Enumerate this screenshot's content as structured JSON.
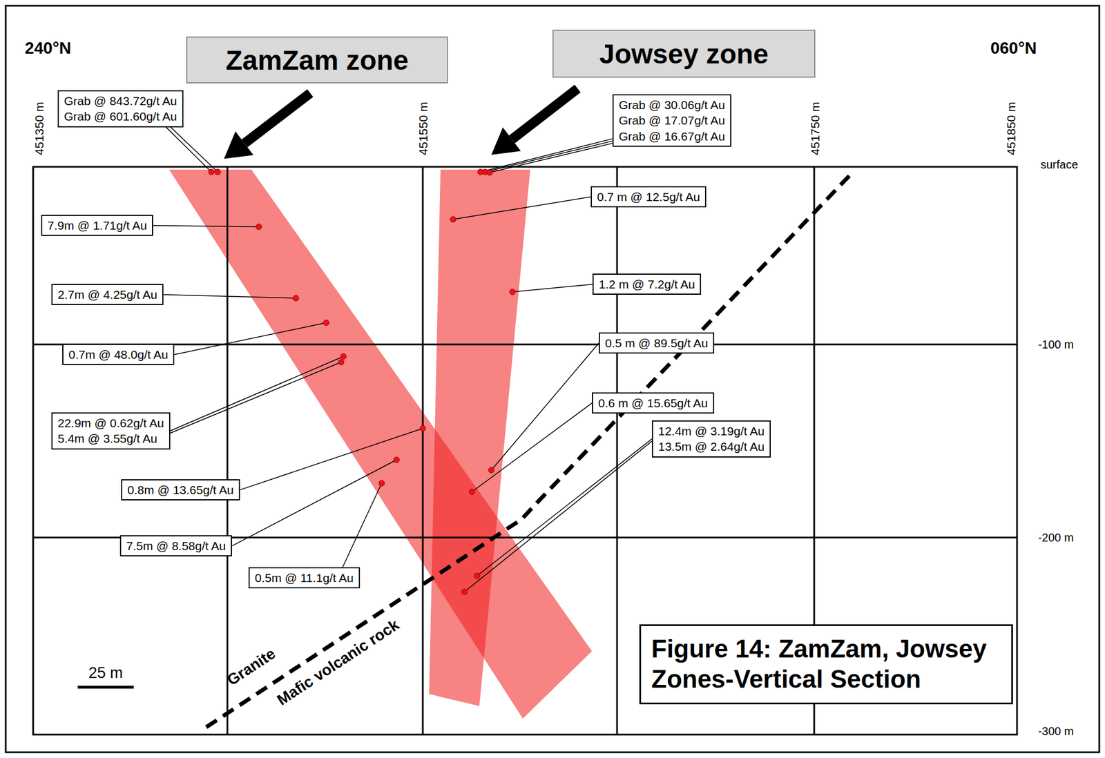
{
  "diagram": {
    "caption": "Figure 14: ZamZam, Jowsey Zones-Vertical Section",
    "nodes": [
      {
        "text": [
          "ZamZam zone"
        ]
      },
      {
        "text": [
          "Jowsey zone"
        ]
      },
      {
        "text": [
          "Grab @ 843.72g/t Au",
          "Grab @ 601.60g/t Au"
        ]
      },
      {
        "text": [
          "Grab @ 30.06g/t Au",
          "Grab @ 17.07g/t Au",
          "Grab @ 16.67g/t Au"
        ]
      },
      {
        "text": [
          "0.7 m @ 12.5g/t Au"
        ]
      },
      {
        "text": [
          "7.9m @ 1.71g/t Au"
        ]
      },
      {
        "text": [
          "2.7m @ 4.25g/t Au"
        ]
      },
      {
        "text": [
          "1.2 m @ 7.2g/t Au"
        ]
      },
      {
        "text": [
          "0.5 m @ 89.5g/t Au"
        ]
      },
      {
        "text": [
          "0.7m @ 48.0g/t Au"
        ]
      },
      {
        "text": [
          "0.6 m @ 15.65g/t Au"
        ]
      },
      {
        "text": [
          "22.9m @ 0.62g/t Au",
          "5.4m @ 3.55g/t Au"
        ]
      },
      {
        "text": [
          "12.4m @ 3.19g/t Au",
          "13.5m @ 2.64g/t Au"
        ]
      },
      {
        "text": [
          "0.8m @ 13.65g/t Au"
        ]
      },
      {
        "text": [
          "7.5m @ 8.58g/t Au"
        ]
      },
      {
        "text": [
          "0.5m @ 11.1g/t Au"
        ]
      }
    ],
    "labels": [
      "240°N",
      "060°N",
      "451350 m",
      "451550 m",
      "451750 m",
      "451850 m",
      "surface",
      "-100 m",
      "-200 m",
      "-300 m",
      "25 m",
      "Granite",
      "Mafic volcanic rock"
    ]
  }
}
